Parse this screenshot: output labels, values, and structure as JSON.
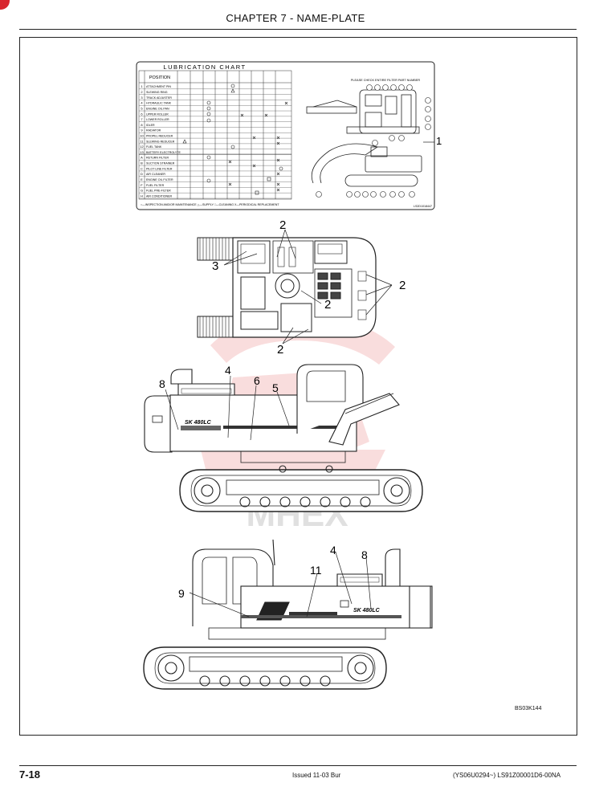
{
  "header": {
    "chapter_title": "CHAPTER 7 - NAME-PLATE"
  },
  "lubrication_chart": {
    "title": "LUBRICATION CHART",
    "position_header": "POSITION",
    "right_caption": "PLEASE CHECK ENTIRE FILTER PART NUMBER",
    "part_code": "LS2D1018447",
    "legend": "○—INSPECTION AND/OR MAINTENANCE   △—SUPPLY   □—CLEANING   X—PERIODICAL REPLACEMENT",
    "rows": [
      {
        "no": "1",
        "name": "ATTACHMENT PIN"
      },
      {
        "no": "2",
        "name": "SLEWING RING"
      },
      {
        "no": "3",
        "name": "TRACK ADJUSTER"
      },
      {
        "no": "4",
        "name": "HYDRAULIC TANK"
      },
      {
        "no": "5",
        "name": "ENGINE OIL PAN"
      },
      {
        "no": "6",
        "name": "UPPER ROLLER"
      },
      {
        "no": "7",
        "name": "LOWER ROLLER"
      },
      {
        "no": "8",
        "name": "IDLER"
      },
      {
        "no": "9",
        "name": "RADIATOR"
      },
      {
        "no": "10",
        "name": "PROPEL REDUCER"
      },
      {
        "no": "11",
        "name": "SLEWING REDUCER"
      },
      {
        "no": "12",
        "name": "FUEL TANK"
      },
      {
        "no": "13",
        "name": "BATTERY ELECTROLYTE"
      },
      {
        "no": "A",
        "name": "RETURN FILTER"
      },
      {
        "no": "B",
        "name": "SUCTION STRAINER"
      },
      {
        "no": "C",
        "name": "PILOT LINE FILTER"
      },
      {
        "no": "D",
        "name": "AIR CLEANER"
      },
      {
        "no": "E",
        "name": "ENGINE OIL FILTER"
      },
      {
        "no": "F",
        "name": "FUEL FILTER"
      },
      {
        "no": "G",
        "name": "FUEL PRE-FILTER"
      },
      {
        "no": "H",
        "name": "AIR CONDITIONER"
      }
    ]
  },
  "callouts": {
    "c1": "1",
    "c2a": "2",
    "c2b": "2",
    "c2c": "2",
    "c2d": "2",
    "c3": "3",
    "c8a": "8",
    "c4a": "4",
    "c6": "6",
    "c5": "5",
    "c4b": "4",
    "c8b": "8",
    "c11": "11",
    "c9": "9"
  },
  "decals": {
    "model_badge": "SK 480LC"
  },
  "watermark": "MHEX",
  "figure_code": "BS03K144",
  "footer": {
    "page_number": "7-18",
    "issued": "Issued 11-03   Bur",
    "doc_code": "(YS06U0294~)   LS91Z00001D6-00NA"
  }
}
